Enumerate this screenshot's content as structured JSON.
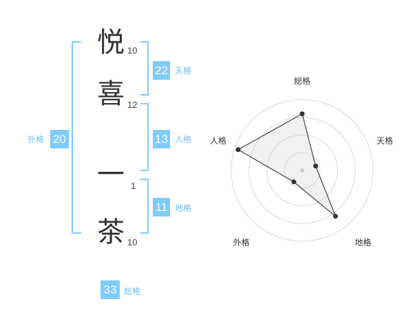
{
  "name": {
    "chars": [
      {
        "char": "悦",
        "strokes": "10"
      },
      {
        "char": "喜",
        "strokes": "12"
      },
      {
        "char": "一",
        "strokes": "1"
      },
      {
        "char": "茶",
        "strokes": "10"
      }
    ]
  },
  "kaku": {
    "tenkaku": {
      "value": "22",
      "label": "天格"
    },
    "jinkaku": {
      "value": "13",
      "label": "人格"
    },
    "chikaku": {
      "value": "11",
      "label": "地格"
    },
    "gaikaku": {
      "value": "20",
      "label": "外格"
    },
    "soukaku": {
      "value": "33",
      "label": "総格"
    }
  },
  "colors": {
    "accent": "#7ecbff",
    "accent_text": "#6fbff0",
    "text": "#333333"
  },
  "chart_data": {
    "type": "radar",
    "axes": [
      "総格",
      "天格",
      "地格",
      "外格",
      "人格"
    ],
    "values": [
      33,
      22,
      11,
      20,
      13
    ],
    "scores": [
      0.8,
      0.2,
      0.8,
      0.2,
      0.95
    ],
    "rings": 4
  }
}
